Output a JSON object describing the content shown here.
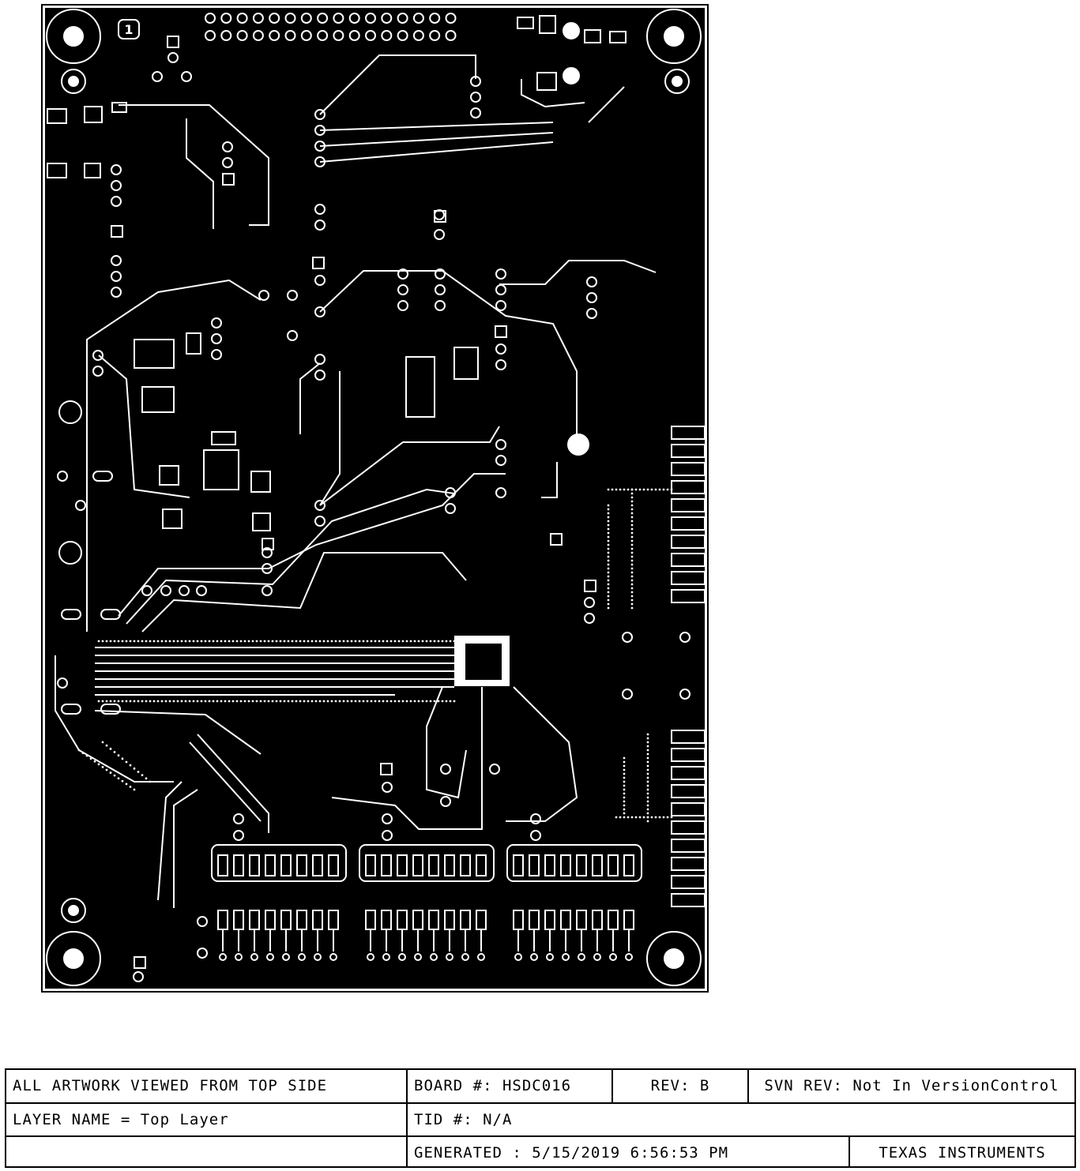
{
  "board_layer": {
    "pin1_marker": "1"
  },
  "title_block": {
    "view_note": "ALL ARTWORK VIEWED FROM TOP SIDE",
    "layer_name": "LAYER NAME =  Top Layer",
    "board_number": "BOARD #:  HSDC016",
    "revision": "REV:  B",
    "svn_revision": "SVN REV: Not In VersionControl",
    "tid_number": "TID #:     N/A",
    "generated": "GENERATED    : 5/15/2019    6:56:53 PM",
    "company": "TEXAS INSTRUMENTS"
  }
}
